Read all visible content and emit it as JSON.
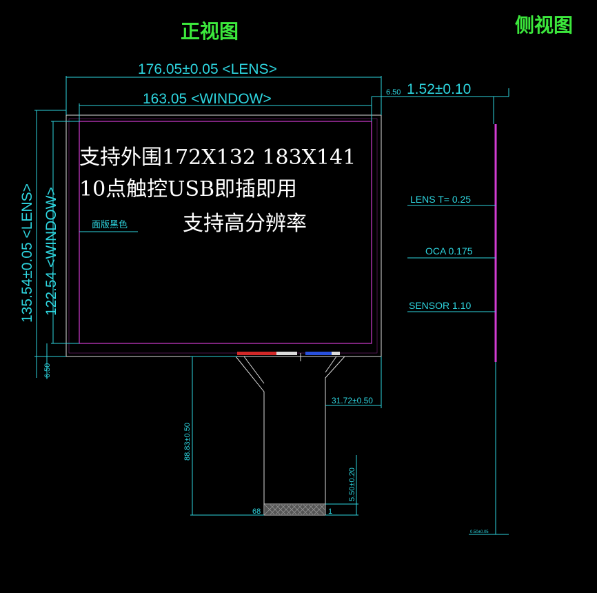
{
  "titles": {
    "front_view": "正视图",
    "side_view": "侧视图"
  },
  "dimensions": {
    "lens_width": "176.05±0.05 <LENS>",
    "window_width": "163.05 <WINDOW>",
    "lens_height": "135.54±0.05 <LENS>",
    "window_height": "122.54 <WINDOW>",
    "bottom_offset": "6.50",
    "side_offset": "6.50",
    "thickness": "1.52±0.10",
    "tail_width": "31.72±0.50",
    "fpc_length": "88.83±0.50",
    "finger_length": "5.50±0.20",
    "pin_left": "68",
    "pin_right": "1",
    "side_small": "0.50±0.05"
  },
  "notes": {
    "panel_color": "面版黑色",
    "line1": "支持外围172X132 183X141",
    "line2": "10点触控USB即插即用",
    "line3": "支持高分辨率"
  },
  "layers": {
    "lens": "LENS T= 0.25",
    "oca": "OCA 0.175",
    "sensor": "SENSOR 1.10"
  },
  "colors": {
    "dimension": "#2ed6e0",
    "title": "#3ce83c",
    "outline": "#dcdcdc",
    "window": "#d23cd2",
    "background": "#000000"
  }
}
